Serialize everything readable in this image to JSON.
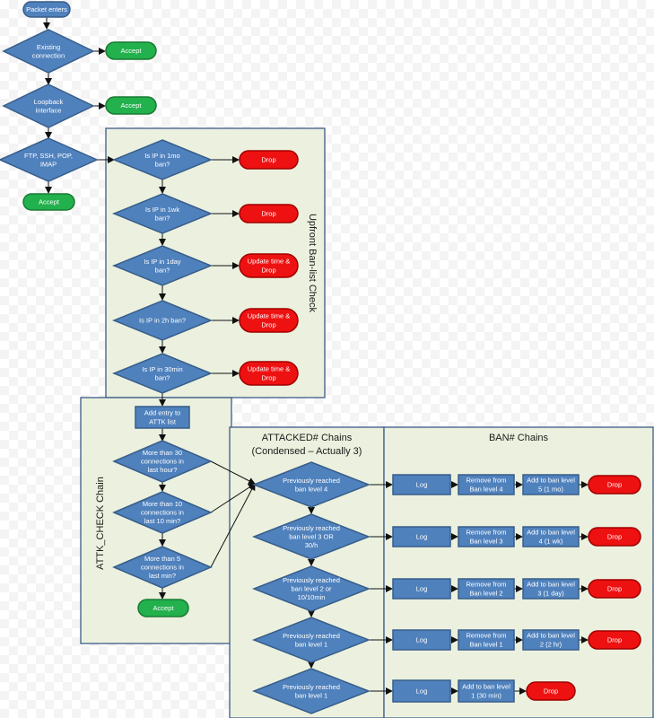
{
  "colors": {
    "decision": "#4f81bd",
    "decision_stroke": "#385d8a",
    "accept": "#22b14c",
    "accept_stroke": "#1a7a35",
    "drop": "#ee1111",
    "drop_stroke": "#a00000",
    "panel_fill": "#ebf1de",
    "panel_stroke": "#3c5a88",
    "arrow": "#111111"
  },
  "start": {
    "label": "Packet enters"
  },
  "main": {
    "existing": {
      "lines": [
        "Existing",
        "connection"
      ],
      "accept": "Accept"
    },
    "loopback": {
      "lines": [
        "Loopback",
        "interface"
      ],
      "accept": "Accept"
    },
    "ftp": {
      "lines": [
        "FTP, SSH, POP,",
        "IMAP"
      ]
    },
    "accept_final": "Accept"
  },
  "upfront": {
    "title": "Upfront Ban-list Check",
    "checks": [
      {
        "lines": [
          "Is IP in 1mo",
          "ban?"
        ],
        "result": [
          "Drop"
        ]
      },
      {
        "lines": [
          "Is IP in 1wk",
          "ban?"
        ],
        "result": [
          "Drop"
        ]
      },
      {
        "lines": [
          "Is IP in 1day",
          "ban?"
        ],
        "result": [
          "Update time &",
          "Drop"
        ]
      },
      {
        "lines": [
          "Is IP in 2h ban?"
        ],
        "result": [
          "Update time &",
          "Drop"
        ]
      },
      {
        "lines": [
          "Is IP in 30min",
          "ban?"
        ],
        "result": [
          "Update time &",
          "Drop"
        ]
      }
    ]
  },
  "attk": {
    "title": "ATTK_CHECK Chain",
    "add_entry": [
      "Add entry to",
      "ATTK list"
    ],
    "checks": [
      [
        "More than 30",
        "connections in",
        "last hour?"
      ],
      [
        "More than 10",
        "connections in",
        "last 10 min?"
      ],
      [
        "More than 5",
        "connections in",
        "last min?"
      ]
    ],
    "accept": "Accept"
  },
  "attacked": {
    "title_lines": [
      "ATTACKED# Chains",
      "(Condensed – Actually 3)"
    ],
    "checks": [
      [
        "Previously reached",
        "ban level 4"
      ],
      [
        "Previously reached",
        "ban level 3 OR",
        "30/h"
      ],
      [
        "Previously reached",
        "ban level 2 or",
        "10/10min"
      ],
      [
        "Previously reached",
        "ban level 1"
      ],
      [
        "Previously reached",
        "ban level 1"
      ]
    ]
  },
  "ban": {
    "title": "BAN# Chains",
    "rows": [
      {
        "log": "Log",
        "remove": [
          "Remove from",
          "Ban level 4"
        ],
        "add": [
          "Add to ban level",
          "5 (1 mo)"
        ],
        "drop": "Drop"
      },
      {
        "log": "Log",
        "remove": [
          "Remove from",
          "Ban level 3"
        ],
        "add": [
          "Add to ban level",
          "4 (1 wk)"
        ],
        "drop": "Drop"
      },
      {
        "log": "Log",
        "remove": [
          "Remove from",
          "Ban level 2"
        ],
        "add": [
          "Add to ban level",
          "3 (1 day)"
        ],
        "drop": "Drop"
      },
      {
        "log": "Log",
        "remove": [
          "Remove from",
          "Ban level 1"
        ],
        "add": [
          "Add to ban level",
          "2 (2 hr)"
        ],
        "drop": "Drop"
      }
    ],
    "last": {
      "log": "Log",
      "add": [
        "Add to ban level",
        "1 (30 min)"
      ],
      "drop": "Drop"
    }
  }
}
